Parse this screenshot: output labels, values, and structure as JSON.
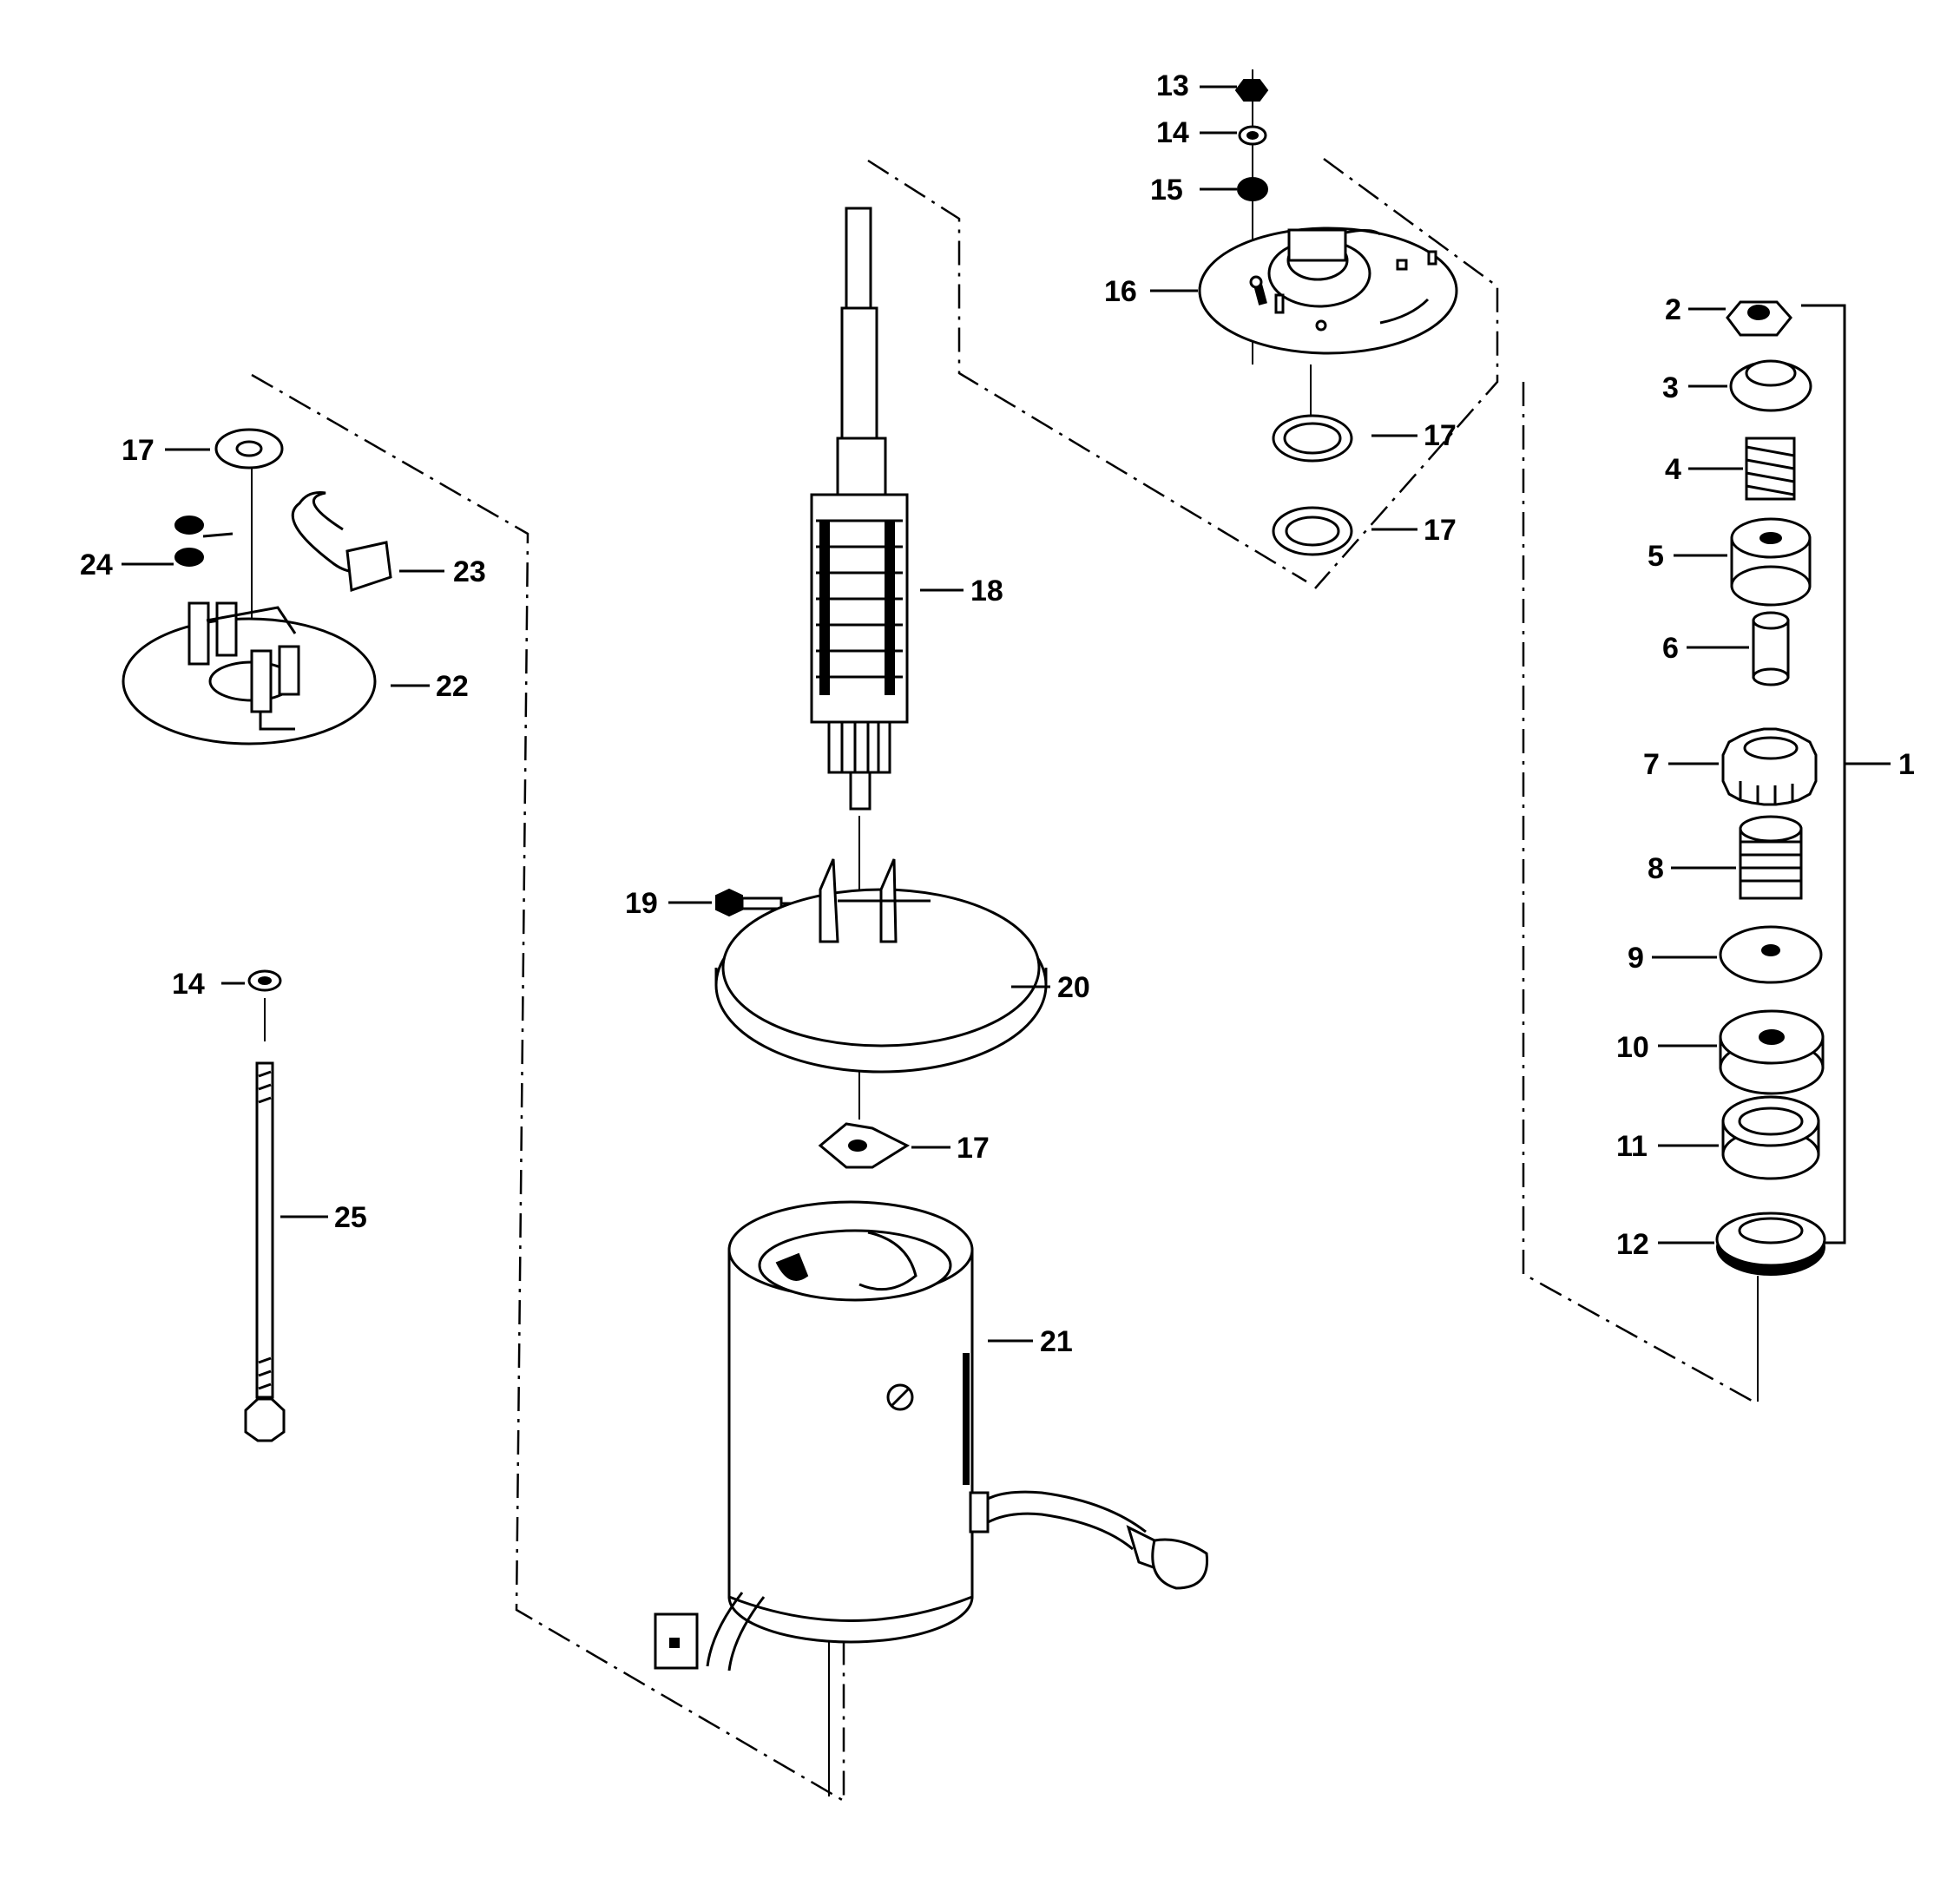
{
  "diagram": {
    "callouts": [
      {
        "id": "c13",
        "label": "13"
      },
      {
        "id": "c14a",
        "label": "14"
      },
      {
        "id": "c15",
        "label": "15"
      },
      {
        "id": "c16",
        "label": "16"
      },
      {
        "id": "c17a",
        "label": "17"
      },
      {
        "id": "c17b",
        "label": "17"
      },
      {
        "id": "c2",
        "label": "2"
      },
      {
        "id": "c3",
        "label": "3"
      },
      {
        "id": "c4",
        "label": "4"
      },
      {
        "id": "c5",
        "label": "5"
      },
      {
        "id": "c6",
        "label": "6"
      },
      {
        "id": "c7",
        "label": "7"
      },
      {
        "id": "c1",
        "label": "1"
      },
      {
        "id": "c8",
        "label": "8"
      },
      {
        "id": "c9",
        "label": "9"
      },
      {
        "id": "c10",
        "label": "10"
      },
      {
        "id": "c11",
        "label": "11"
      },
      {
        "id": "c12",
        "label": "12"
      },
      {
        "id": "c17c",
        "label": "17"
      },
      {
        "id": "c24",
        "label": "24"
      },
      {
        "id": "c23",
        "label": "23"
      },
      {
        "id": "c22",
        "label": "22"
      },
      {
        "id": "c18",
        "label": "18"
      },
      {
        "id": "c19",
        "label": "19"
      },
      {
        "id": "c20",
        "label": "20"
      },
      {
        "id": "c14b",
        "label": "14"
      },
      {
        "id": "c17d",
        "label": "17"
      },
      {
        "id": "c25",
        "label": "25"
      },
      {
        "id": "c21",
        "label": "21"
      }
    ]
  }
}
